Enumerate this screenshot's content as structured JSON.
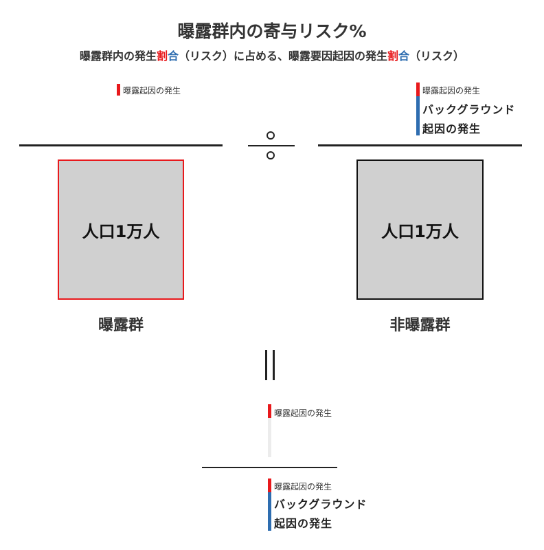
{
  "title": "曝露群内の寄与リスク%",
  "subtitle": {
    "part1": "曝露群内の発生",
    "part2": "割",
    "part3": "合",
    "part4": "（リスク）に占める、曝露要因起因の発生",
    "part5": "割",
    "part6": "合",
    "part7": "（リスク）"
  },
  "left": {
    "cause_label": "曝露起因の発生",
    "box_text": "人口1万人",
    "group_label": "曝露群"
  },
  "right": {
    "cause_label": "曝露起因の発生",
    "background_label": "バックグラウンド",
    "background_label2": "起因の発生",
    "box_text": "人口1万人",
    "group_label": "非曝露群"
  },
  "result": {
    "numerator_label": "曝露起因の発生",
    "denominator_cause_label": "曝露起因の発生",
    "denominator_background_label": "バックグラウンド",
    "denominator_background_label2": "起因の発生"
  },
  "colors": {
    "exposure": "#e8191c",
    "background": "#2e6db0",
    "box_fill": "#d0d0d0"
  }
}
